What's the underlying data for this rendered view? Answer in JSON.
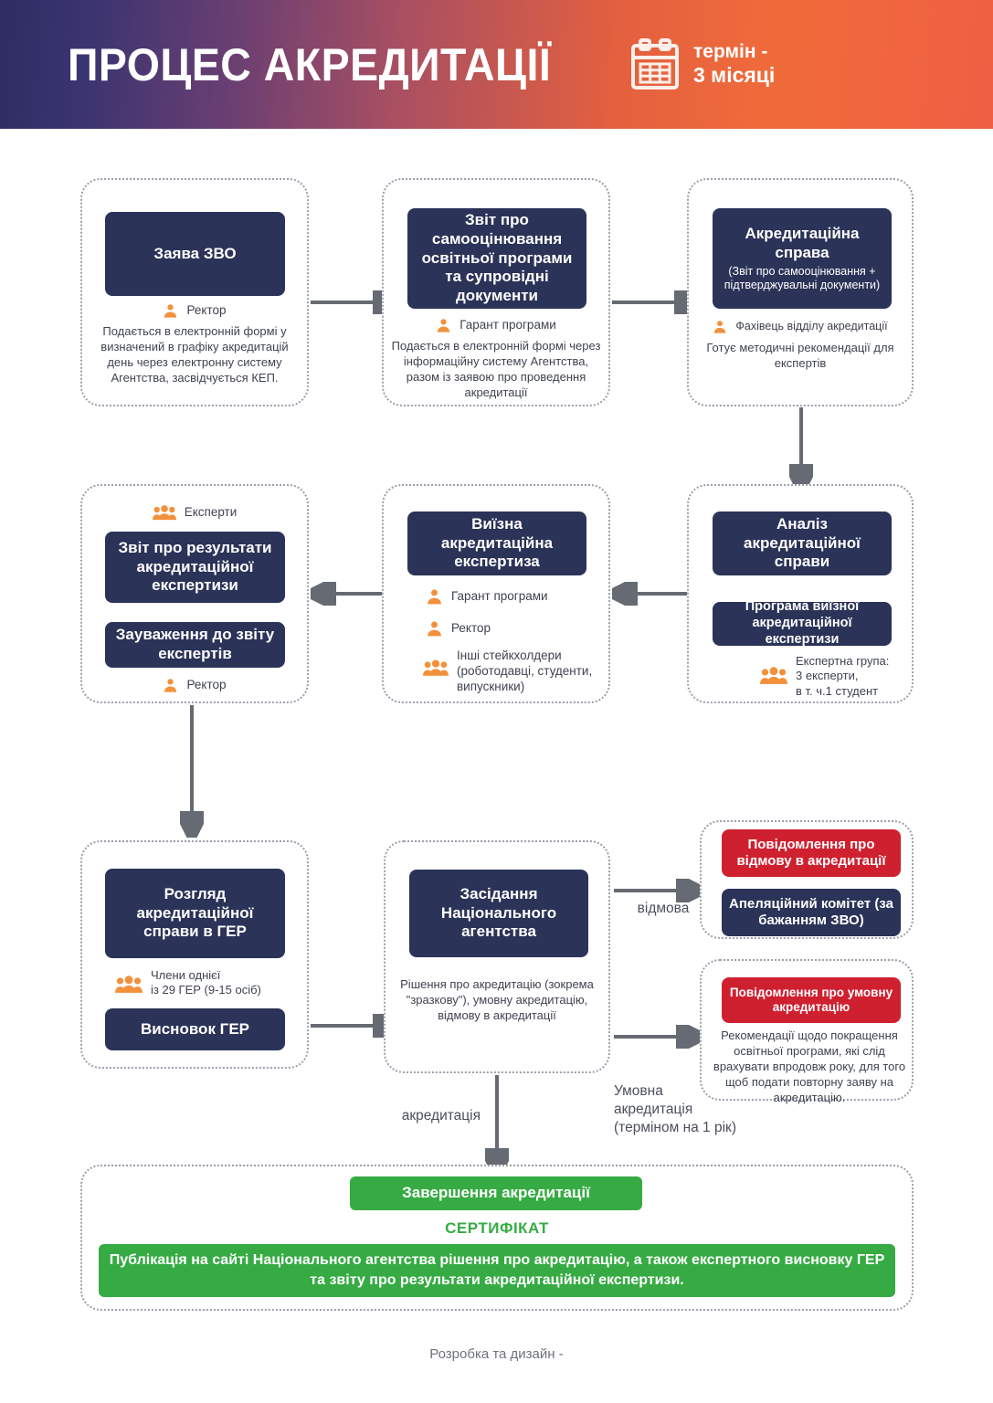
{
  "header": {
    "title": "ПРОЦЕС АКРЕДИТАЦІЇ",
    "term_line1": "термін -",
    "term_line2": "3 місяці",
    "calendar_icon": "calendar-icon",
    "gradient_from": "#2e2d63",
    "gradient_to": "#ef5f43"
  },
  "colors": {
    "navy": "#2b3358",
    "red": "#cf2030",
    "green": "#36ab43",
    "orange_icon": "#f2903c",
    "arrow_gray": "#666a72",
    "dashed_border": "#9aa0ac",
    "body_text": "#3f4350"
  },
  "steps": {
    "s1": {
      "title": "Заява ЗВО",
      "role": "Ректор",
      "role_icon": "person-icon",
      "desc": "Подається в електронній формі у визначений в графіку акредитацій день через електронну систему Агентства, засвідчується КЕП."
    },
    "s2": {
      "title": "Звіт про самооцінювання освітньої програми та супровідні документи",
      "role": "Гарант програми",
      "role_icon": "person-icon",
      "desc": "Подається в електронній формі через інформаційну систему Агентства, разом із заявою про проведення акредитації"
    },
    "s3": {
      "title": "Акредитаційна справа",
      "subtitle": "(Звіт про самооцінювання + підтверджувальні документи)",
      "role": "Фахівець відділу акредитації",
      "role_icon": "person-icon",
      "desc": "Готує методичні рекомендації для експертів"
    },
    "s4": {
      "title": "Аналіз акредитаційної справи",
      "box2": "Програма виїзної акредитаційної експертизи",
      "role_icon": "group-icon",
      "role": "Експертна група:\n3 експерти,\nв т. ч.1 студент",
      "role_l1": "Експертна група:",
      "role_l2": "3 експерти,",
      "role_l3": "в т. ч.1 студент"
    },
    "s5": {
      "title": "Виїзна акредитаційна експертиза",
      "roles": [
        {
          "icon": "person-icon",
          "label": "Гарант програми"
        },
        {
          "icon": "person-icon",
          "label": "Ректор"
        },
        {
          "icon": "group-icon",
          "label": "Інші стейкхолдери (роботодавці, студенти, випускники)"
        }
      ]
    },
    "s6": {
      "top_role_icon": "group-icon",
      "top_role": "Експерти",
      "title": "Звіт про результати акредитаційної експертизи",
      "box2": "Зауваження до звіту експертів",
      "bottom_role_icon": "person-icon",
      "bottom_role": "Ректор"
    },
    "s7": {
      "title": "Розгляд акредитаційної справи в ГЕР",
      "role_icon": "group-icon",
      "role_l1": "Члени однієї",
      "role_l2": "із 29 ГЕР (9-15 осіб)",
      "box2": "Висновок ГЕР"
    },
    "s8": {
      "title": "Засідання Національного агентства",
      "desc": "Рішення про акредитацію (зокрема \"зразкову\"), умовну акредитацію, відмову в акредитації"
    },
    "s9": {
      "box1": "Повідомлення про відмову в акредитації",
      "box2": "Апеляційний комітет (за бажанням ЗВО)"
    },
    "s10": {
      "box1": "Повідомлення про умовну акредитацію",
      "desc": "Рекомендації щодо покращення освітньої програми, які слід врахувати впродовж року, для того щоб подати повторну заяву на акредитацію."
    },
    "s11": {
      "box1": "Завершення акредитації",
      "certificate": "СЕРТИФІКАТ",
      "box2": "Публікація на сайті Національного агентства рішення про акредитацію, а також експертного висновку ГЕР та звіту про результати акредитаційної експертизи."
    }
  },
  "edge_labels": {
    "refusal": "відмова",
    "accreditation": "акредитація",
    "conditional_l1": "Умовна",
    "conditional_l2": "акредитація",
    "conditional_l3": "(терміном на 1 рік)"
  },
  "footer": {
    "credit": "Розробка та дизайн -"
  }
}
